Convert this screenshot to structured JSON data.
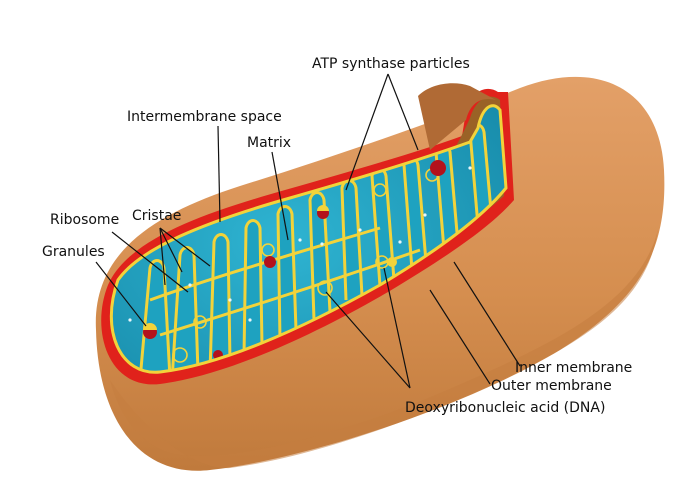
{
  "diagram": {
    "labels": {
      "atp_synthase": "ATP synthase particles",
      "intermembrane_space": "Intermembrane space",
      "matrix": "Matrix",
      "cristae": "Cristae",
      "ribosome": "Ribosome",
      "granules": "Granules",
      "inner_membrane": "Inner membrane",
      "outer_membrane": "Outer membrane",
      "dna": "Deoxyribonucleic acid (DNA)"
    },
    "colors": {
      "outer_body": "#d58e4f",
      "outer_body_shadow": "#b06a35",
      "membrane_red": "#e0221b",
      "matrix_teal": "#1ea2c0",
      "crista_yellow": "#f2d33a",
      "cut_face_brown": "#9a6226",
      "granule_red": "#b3121c",
      "label_text": "#111111"
    }
  }
}
